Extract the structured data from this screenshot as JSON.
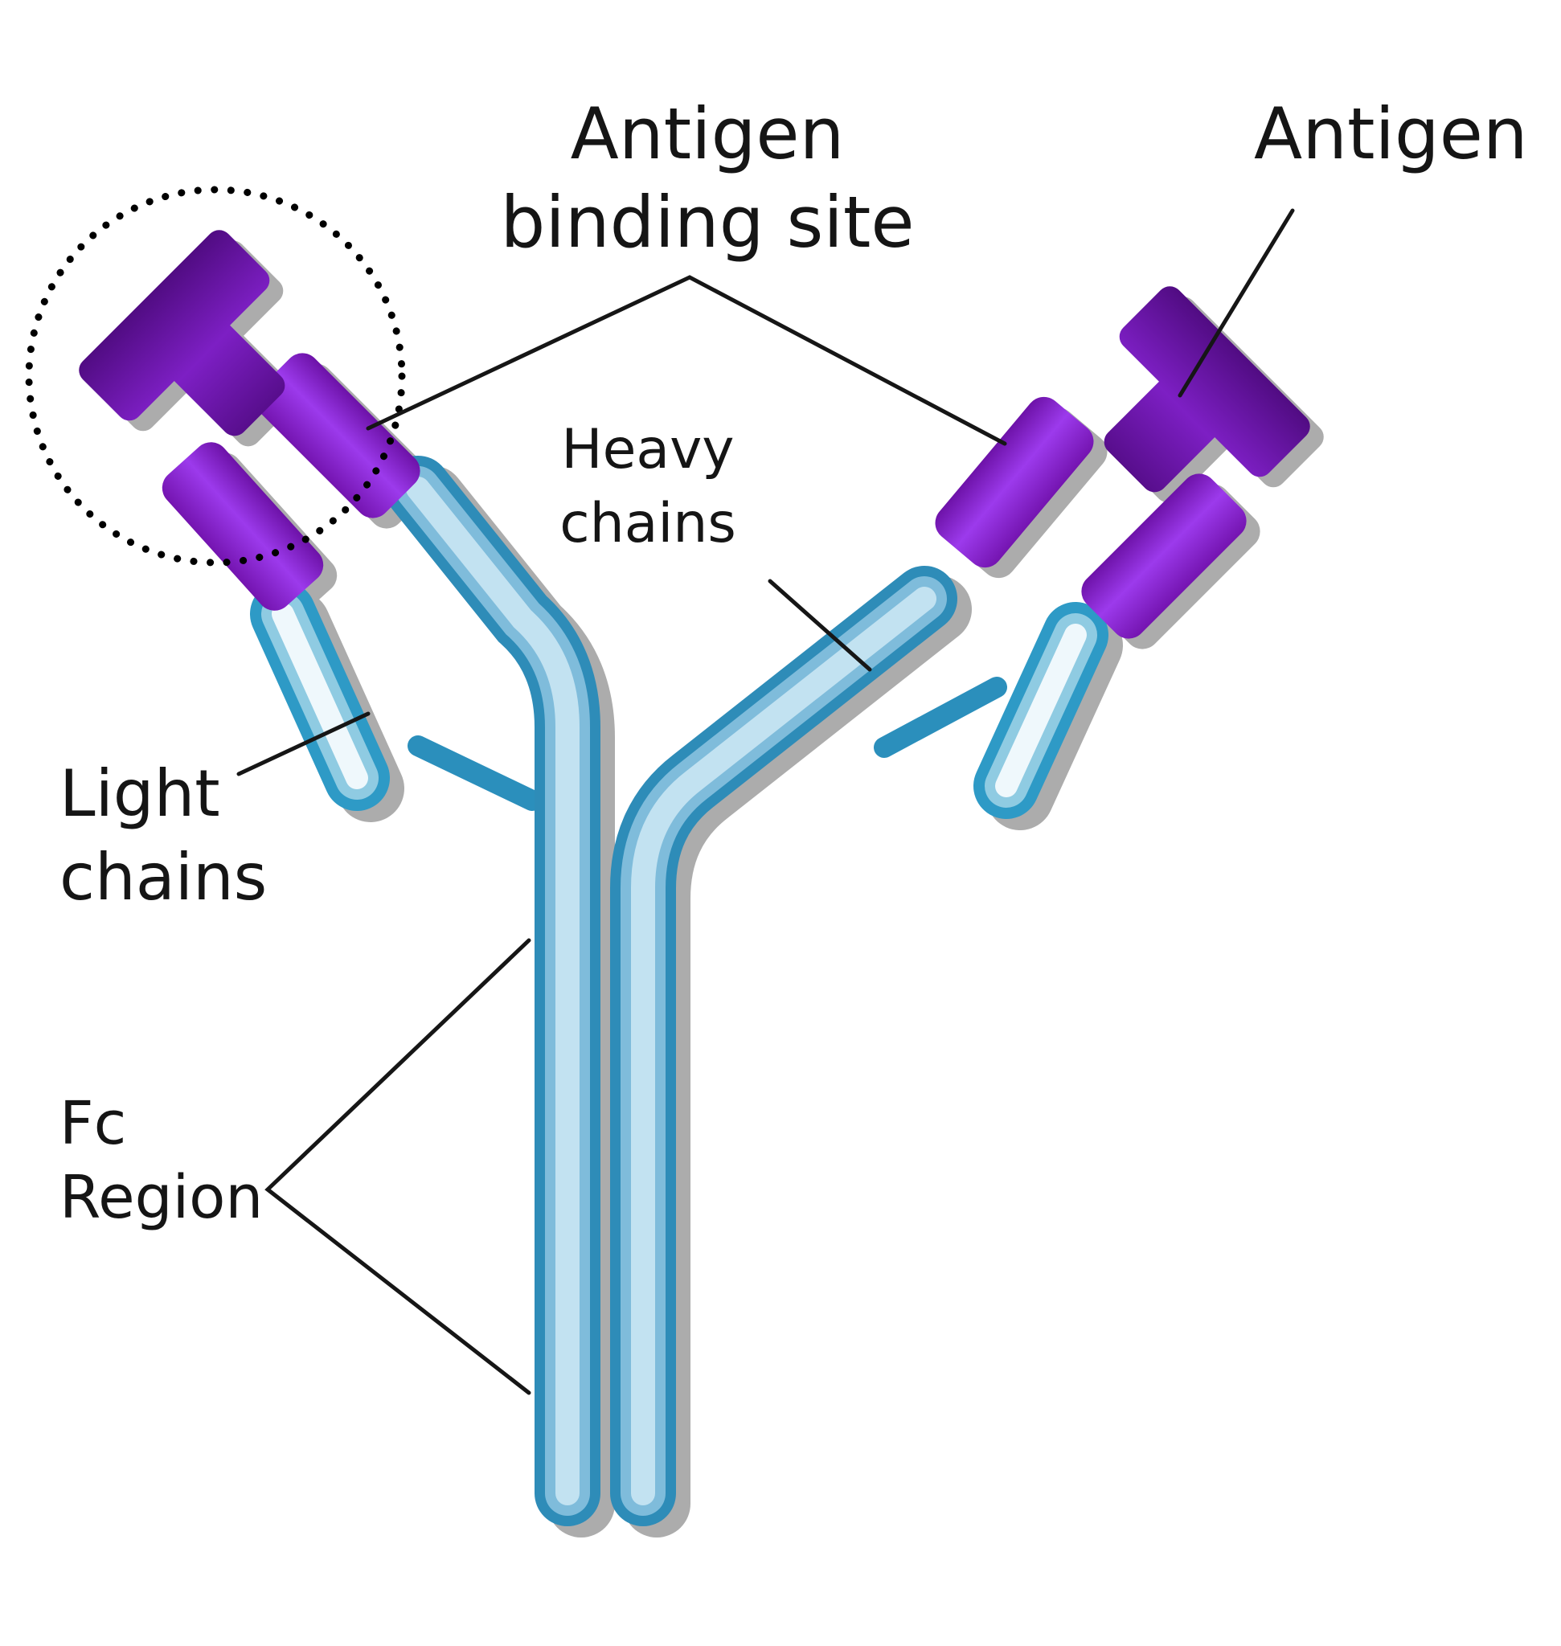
{
  "figure": {
    "subject": "Antibody (immunoglobulin) structure diagram",
    "background": "#FFFFFF"
  },
  "labels": {
    "antigen_binding_site": {
      "line1": "Antigen",
      "line2": "binding site"
    },
    "antigen": {
      "line1": "Antigen"
    },
    "heavy_chains": {
      "line1": "Heavy",
      "line2": "chains"
    },
    "light_chains": {
      "line1": "Light",
      "line2": "chains"
    },
    "fc_region": {
      "line1": "Fc",
      "line2": "Region"
    }
  },
  "colors": {
    "heavy_chain_edge": "#2E8CB8",
    "heavy_chain_mid": "#7FBCDB",
    "heavy_chain_center": "#C2E2F1",
    "light_chain_edge": "#2E9AC6",
    "light_chain_mid": "#8FCBE2",
    "light_chain_center": "#EFF8FC",
    "binding_domain_edge": "#6D12A8",
    "binding_domain_center": "#9C3AEC",
    "antigen_edge": "#4F0B80",
    "antigen_center": "#7D1FC4",
    "shadow": "#ACACAC",
    "leader_line": "#161616",
    "dotted_circle": "#000000",
    "text": "#151515",
    "background": "#FFFFFF"
  }
}
